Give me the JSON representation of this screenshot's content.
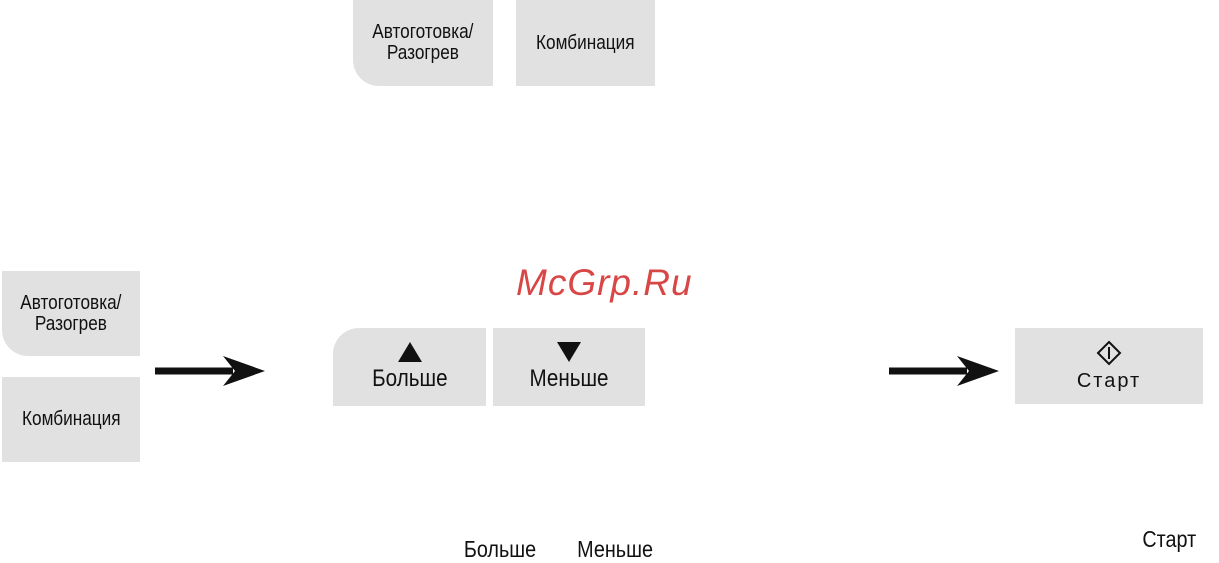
{
  "top": {
    "auto_line1": "Автоготовка/",
    "auto_line2": "Разогрев",
    "combo": "Комбинация"
  },
  "left": {
    "auto_line1": "Автоготовка/",
    "auto_line2": "Разогрев",
    "combo": "Комбинация"
  },
  "watermark": "McGrp.Ru",
  "middle": {
    "more": "Больше",
    "less": "Меньше",
    "more_icon": "triangle-up",
    "less_icon": "triangle-down"
  },
  "start": {
    "label": "Старт",
    "icon": "start-diamond"
  },
  "captions": {
    "more": "Больше",
    "less": "Меньше",
    "start": "Старт"
  }
}
